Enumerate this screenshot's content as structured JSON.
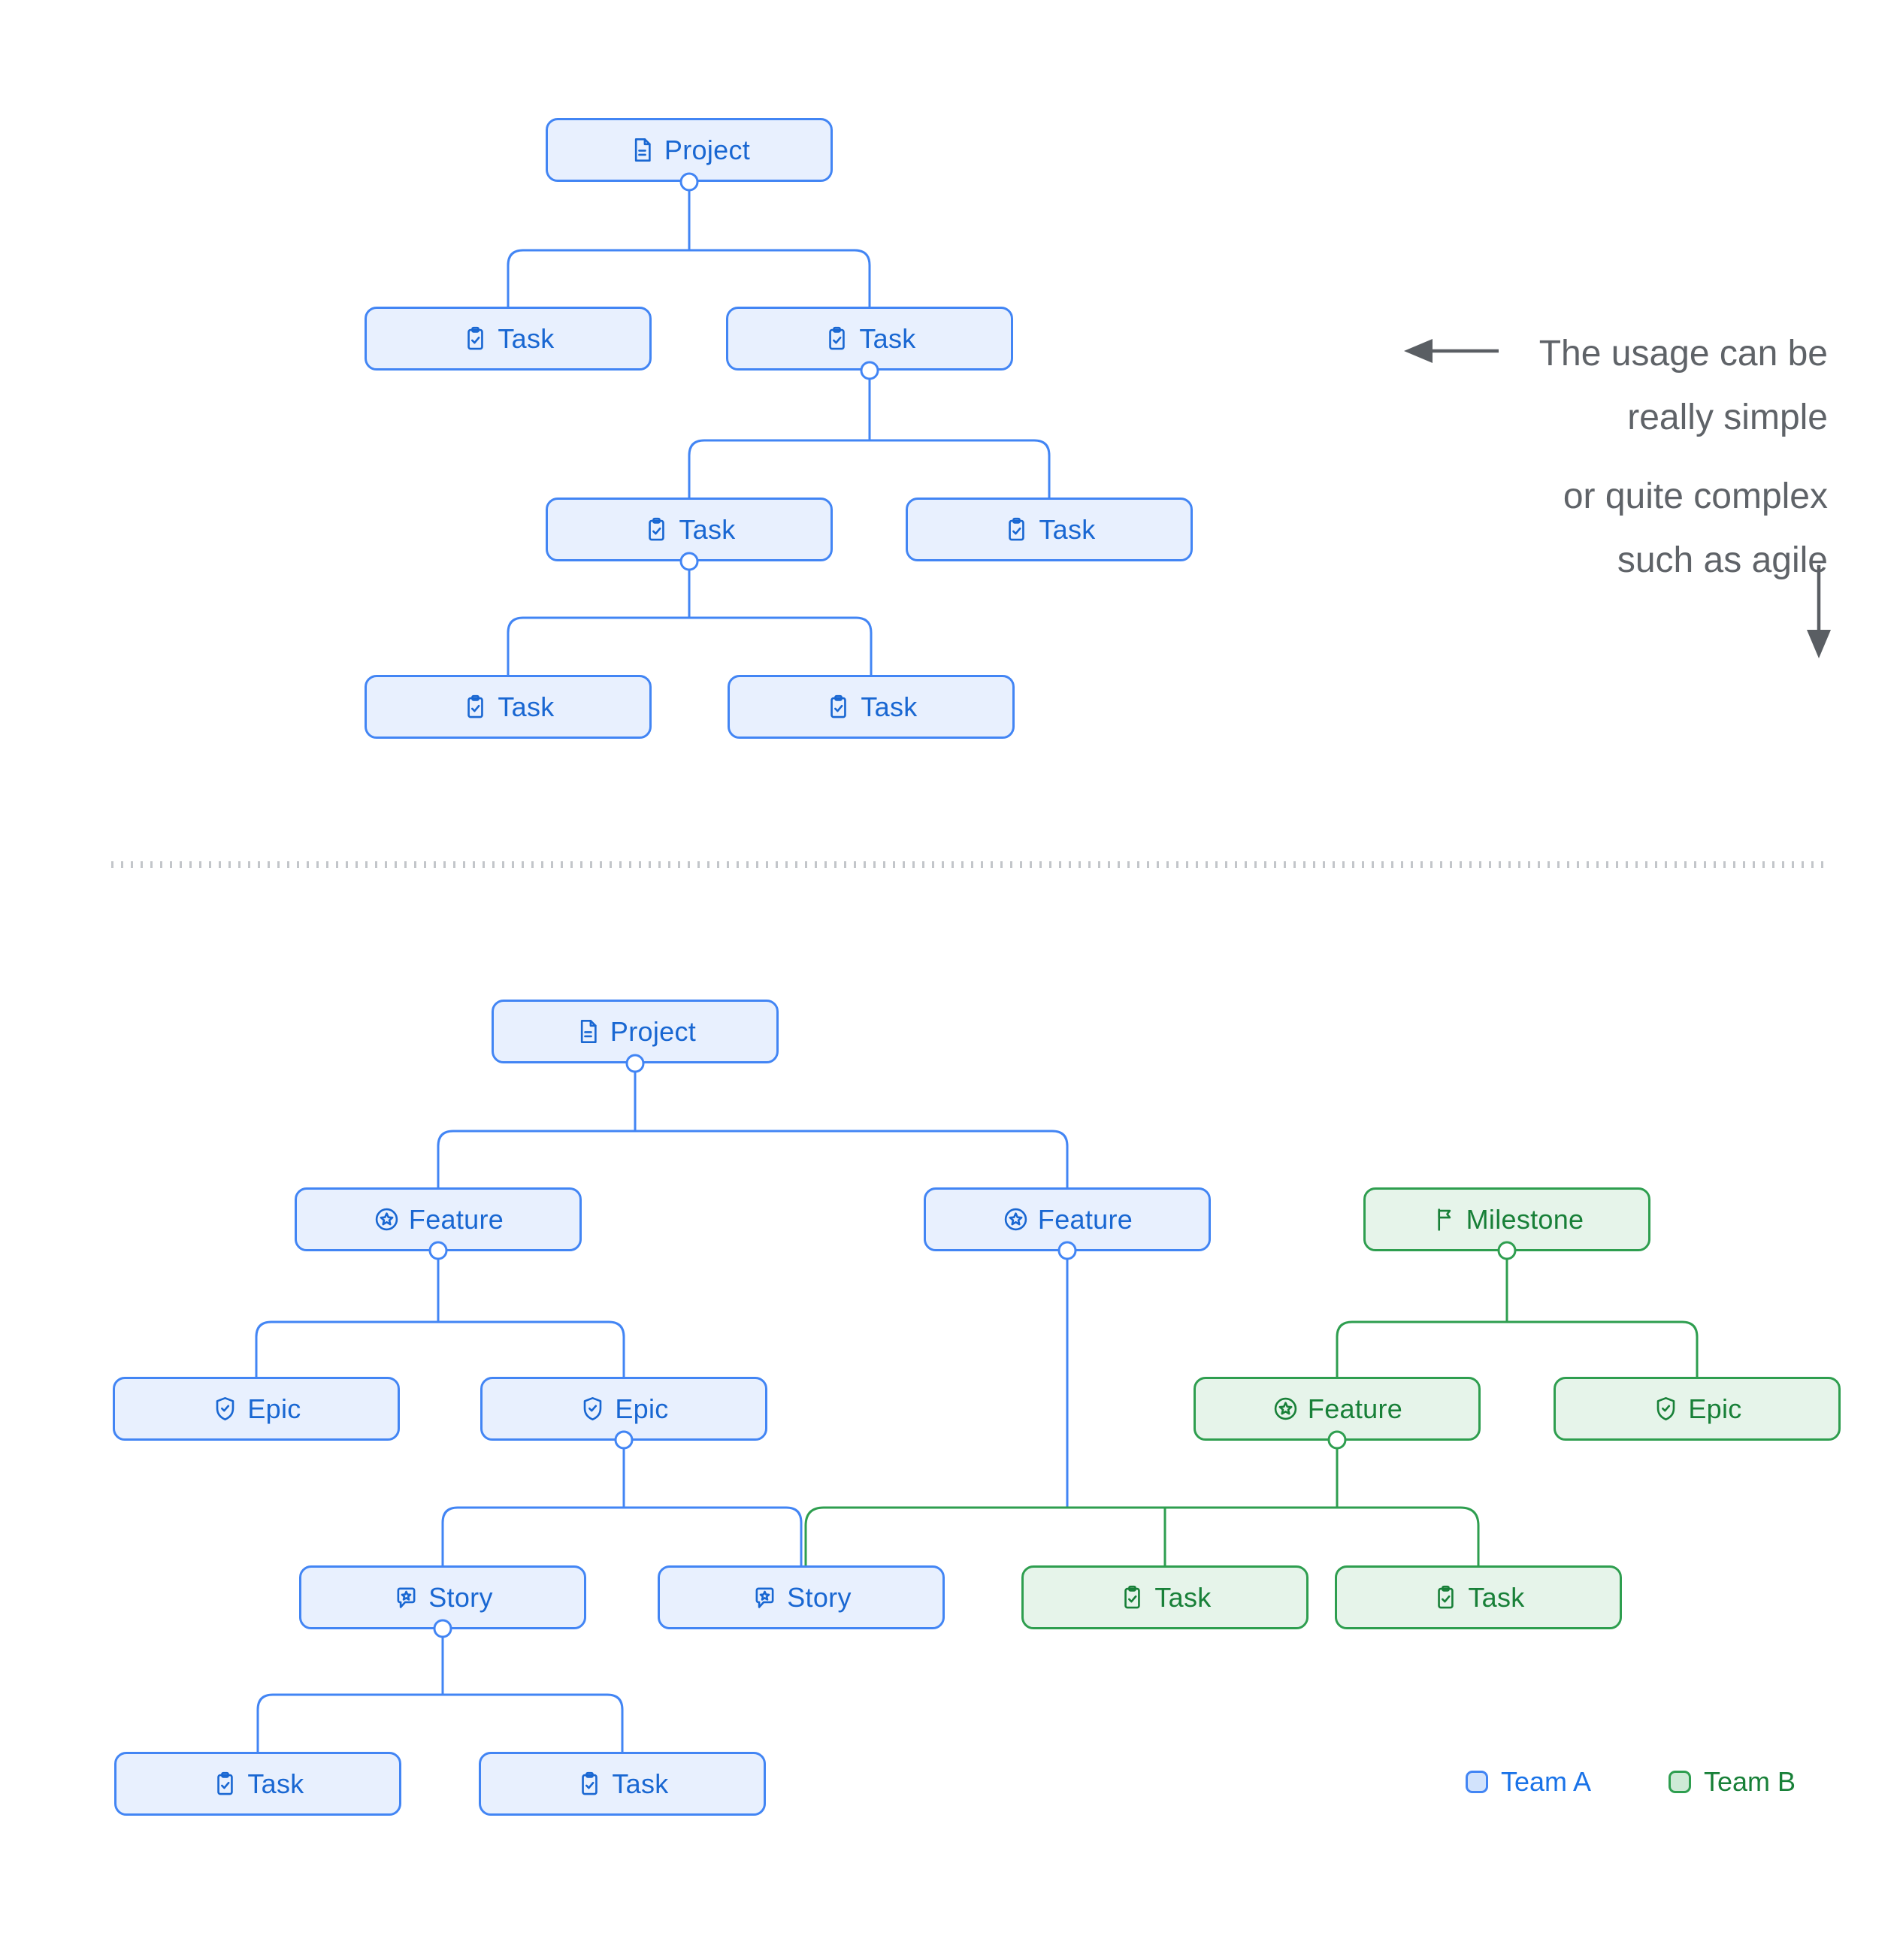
{
  "nodes": {
    "t_project": {
      "label": "Project",
      "icon": "document-icon",
      "team": "A"
    },
    "t_task_1": {
      "label": "Task",
      "icon": "clipboard-check-icon",
      "team": "A"
    },
    "t_task_2": {
      "label": "Task",
      "icon": "clipboard-check-icon",
      "team": "A"
    },
    "t_task_3": {
      "label": "Task",
      "icon": "clipboard-check-icon",
      "team": "A"
    },
    "t_task_4": {
      "label": "Task",
      "icon": "clipboard-check-icon",
      "team": "A"
    },
    "t_task_5": {
      "label": "Task",
      "icon": "clipboard-check-icon",
      "team": "A"
    },
    "t_task_6": {
      "label": "Task",
      "icon": "clipboard-check-icon",
      "team": "A"
    },
    "b_project": {
      "label": "Project",
      "icon": "document-icon",
      "team": "A"
    },
    "b_feature_1": {
      "label": "Feature",
      "icon": "star-circle-icon",
      "team": "A"
    },
    "b_feature_2": {
      "label": "Feature",
      "icon": "star-circle-icon",
      "team": "A"
    },
    "b_milestone": {
      "label": "Milestone",
      "icon": "flag-icon",
      "team": "B"
    },
    "b_epic_1": {
      "label": "Epic",
      "icon": "shield-check-icon",
      "team": "A"
    },
    "b_epic_2": {
      "label": "Epic",
      "icon": "shield-check-icon",
      "team": "A"
    },
    "b_feature_3": {
      "label": "Feature",
      "icon": "star-circle-icon",
      "team": "B"
    },
    "b_epic_3": {
      "label": "Epic",
      "icon": "shield-check-icon",
      "team": "B"
    },
    "b_story_1": {
      "label": "Story",
      "icon": "story-bubble-star-icon",
      "team": "A"
    },
    "b_story_2": {
      "label": "Story",
      "icon": "story-bubble-star-icon",
      "team": "A"
    },
    "b_task_g1": {
      "label": "Task",
      "icon": "clipboard-check-icon",
      "team": "B"
    },
    "b_task_g2": {
      "label": "Task",
      "icon": "clipboard-check-icon",
      "team": "B"
    },
    "b_task_1": {
      "label": "Task",
      "icon": "clipboard-check-icon",
      "team": "A"
    },
    "b_task_2": {
      "label": "Task",
      "icon": "clipboard-check-icon",
      "team": "A"
    }
  },
  "annotation": {
    "line1": "The usage can be",
    "line2": "really simple",
    "line3": "or quite complex",
    "line4": "such as agile"
  },
  "legend": {
    "team_a": "Team A",
    "team_b": "Team B"
  },
  "colors": {
    "team_a_border": "#4285f4",
    "team_a_fill": "#e8f0fe",
    "team_a_text": "#1967d2",
    "team_b_border": "#2e9e4f",
    "team_b_fill": "#e6f4ea",
    "team_b_text": "#188038",
    "annotation_text": "#5f6368",
    "divider_dots": "#c3c6ca"
  }
}
